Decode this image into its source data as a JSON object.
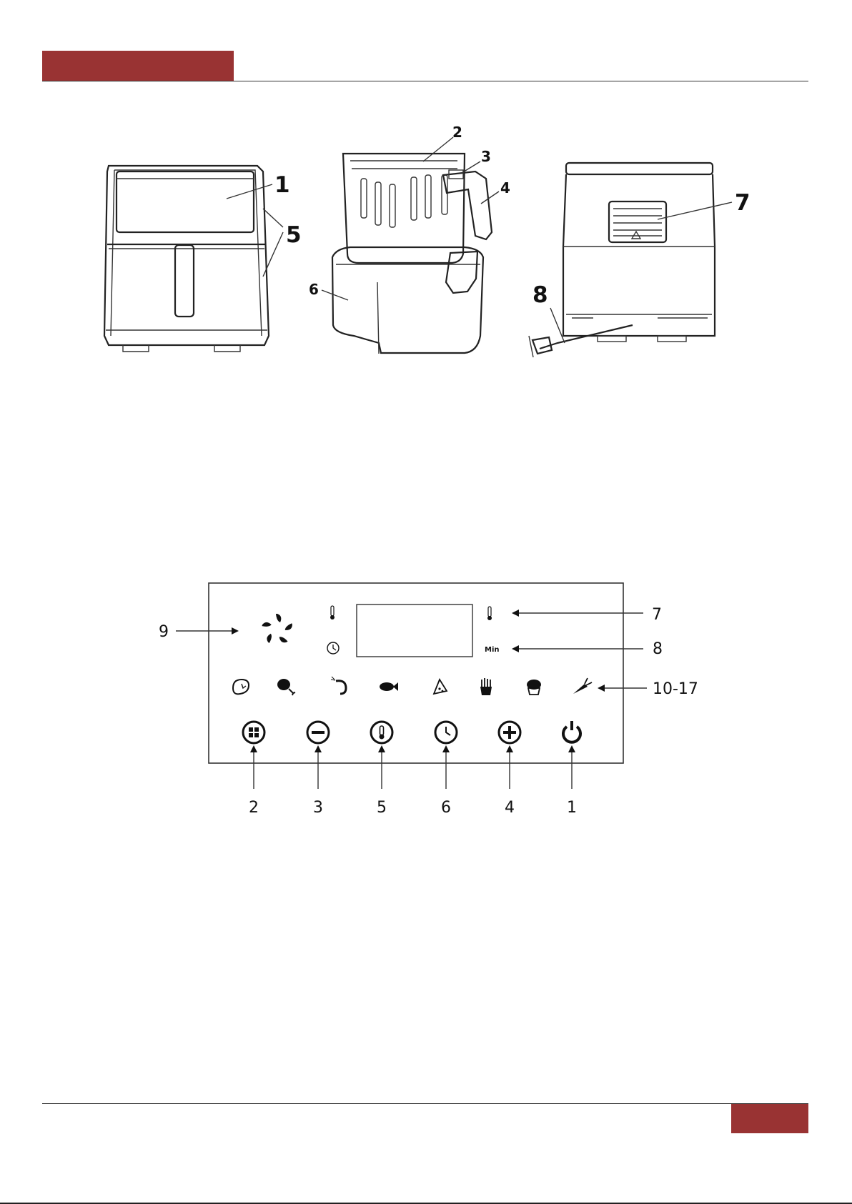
{
  "parts_diagram": {
    "labels": [
      "1",
      "2",
      "3",
      "4",
      "5",
      "6",
      "7",
      "8"
    ]
  },
  "control_panel": {
    "display_right_labels": {
      "min": "Min"
    },
    "side_labels": {
      "fan": "9",
      "temp": "7",
      "time": "8",
      "presets": "10-17"
    },
    "button_labels": [
      "2",
      "3",
      "5",
      "6",
      "4",
      "1"
    ],
    "buttons_icons": [
      "menu-icon",
      "minus-icon",
      "thermometer-icon",
      "clock-icon",
      "plus-icon",
      "power-icon"
    ],
    "preset_icons": [
      "steak-icon",
      "chicken-leg-icon",
      "shrimp-icon",
      "fish-icon",
      "pizza-icon",
      "fries-icon",
      "muffin-icon",
      "carrot-icon"
    ]
  },
  "colors": {
    "accent": "#993333"
  }
}
